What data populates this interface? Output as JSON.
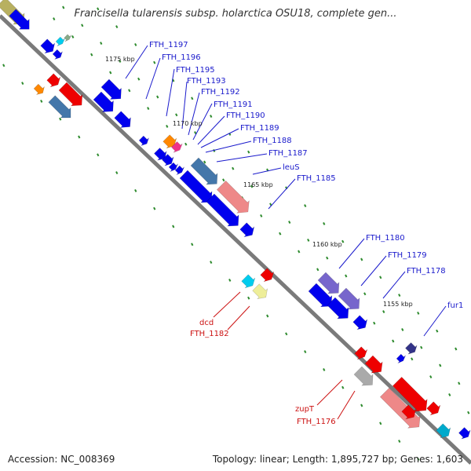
{
  "title": "Francisella tularensis subsp. holarctica OSU18, complete gen...",
  "footer": {
    "accession": "Accession: NC_008369",
    "summary": "Topology: linear; Length: 1,895,727 bp; Genes: 1,603"
  },
  "colors": {
    "backbone": "#7a7a7a",
    "tick": "#2e8b2e",
    "label_blue": "#1a1acc",
    "label_red": "#cc1111",
    "gene_blue": "#0000ee",
    "gene_red": "#ee0000"
  },
  "ruler_labels": [
    "1175 kbp",
    "1170 kbp",
    "1165 kbp",
    "1160 kbp",
    "1155 kbp"
  ],
  "gene_labels": [
    {
      "text": "FTH_1197",
      "color": "blue"
    },
    {
      "text": "FTH_1196",
      "color": "blue"
    },
    {
      "text": "FTH_1195",
      "color": "blue"
    },
    {
      "text": "FTH_1193",
      "color": "blue"
    },
    {
      "text": "FTH_1192",
      "color": "blue"
    },
    {
      "text": "FTH_1191",
      "color": "blue"
    },
    {
      "text": "FTH_1190",
      "color": "blue"
    },
    {
      "text": "FTH_1189",
      "color": "blue"
    },
    {
      "text": "FTH_1188",
      "color": "blue"
    },
    {
      "text": "FTH_1187",
      "color": "blue"
    },
    {
      "text": "leuS",
      "color": "blue"
    },
    {
      "text": "FTH_1185",
      "color": "blue"
    },
    {
      "text": "FTH_1180",
      "color": "blue"
    },
    {
      "text": "FTH_1179",
      "color": "blue"
    },
    {
      "text": "FTH_1178",
      "color": "blue"
    },
    {
      "text": "fur1",
      "color": "blue"
    },
    {
      "text": "dcd",
      "color": "red"
    },
    {
      "text": "FTH_1182",
      "color": "red"
    },
    {
      "text": "zupT",
      "color": "red"
    },
    {
      "text": "FTH_1176",
      "color": "red"
    }
  ]
}
